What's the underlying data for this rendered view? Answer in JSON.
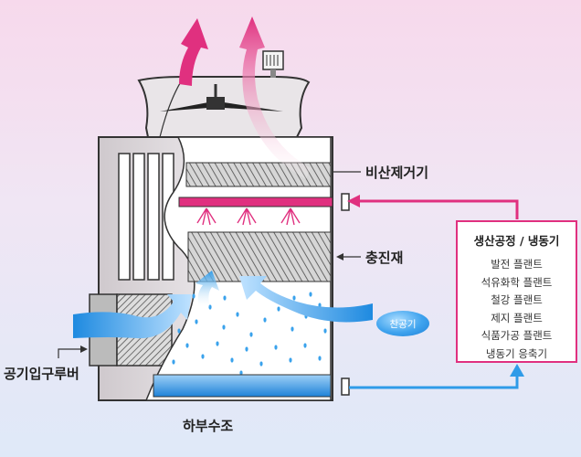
{
  "labels": {
    "drift_eliminator": "비산제거기",
    "fill_media": "충진재",
    "air_inlet_louver": "공기입구루버",
    "cold_water_basin": "하부수조",
    "cool_air": "찬공기"
  },
  "process_box": {
    "title": "생산공정 / 냉동기",
    "items": [
      "발전 플랜트",
      "석유화학 플랜트",
      "철강 플랜트",
      "제지 플랜트",
      "식품가공 플랜트",
      "냉동기 응축기"
    ]
  },
  "colors": {
    "hot_water": "#e0307f",
    "cold_water": "#2f9be8",
    "tower_frame": "#d9d4d8",
    "outline": "#333333"
  }
}
